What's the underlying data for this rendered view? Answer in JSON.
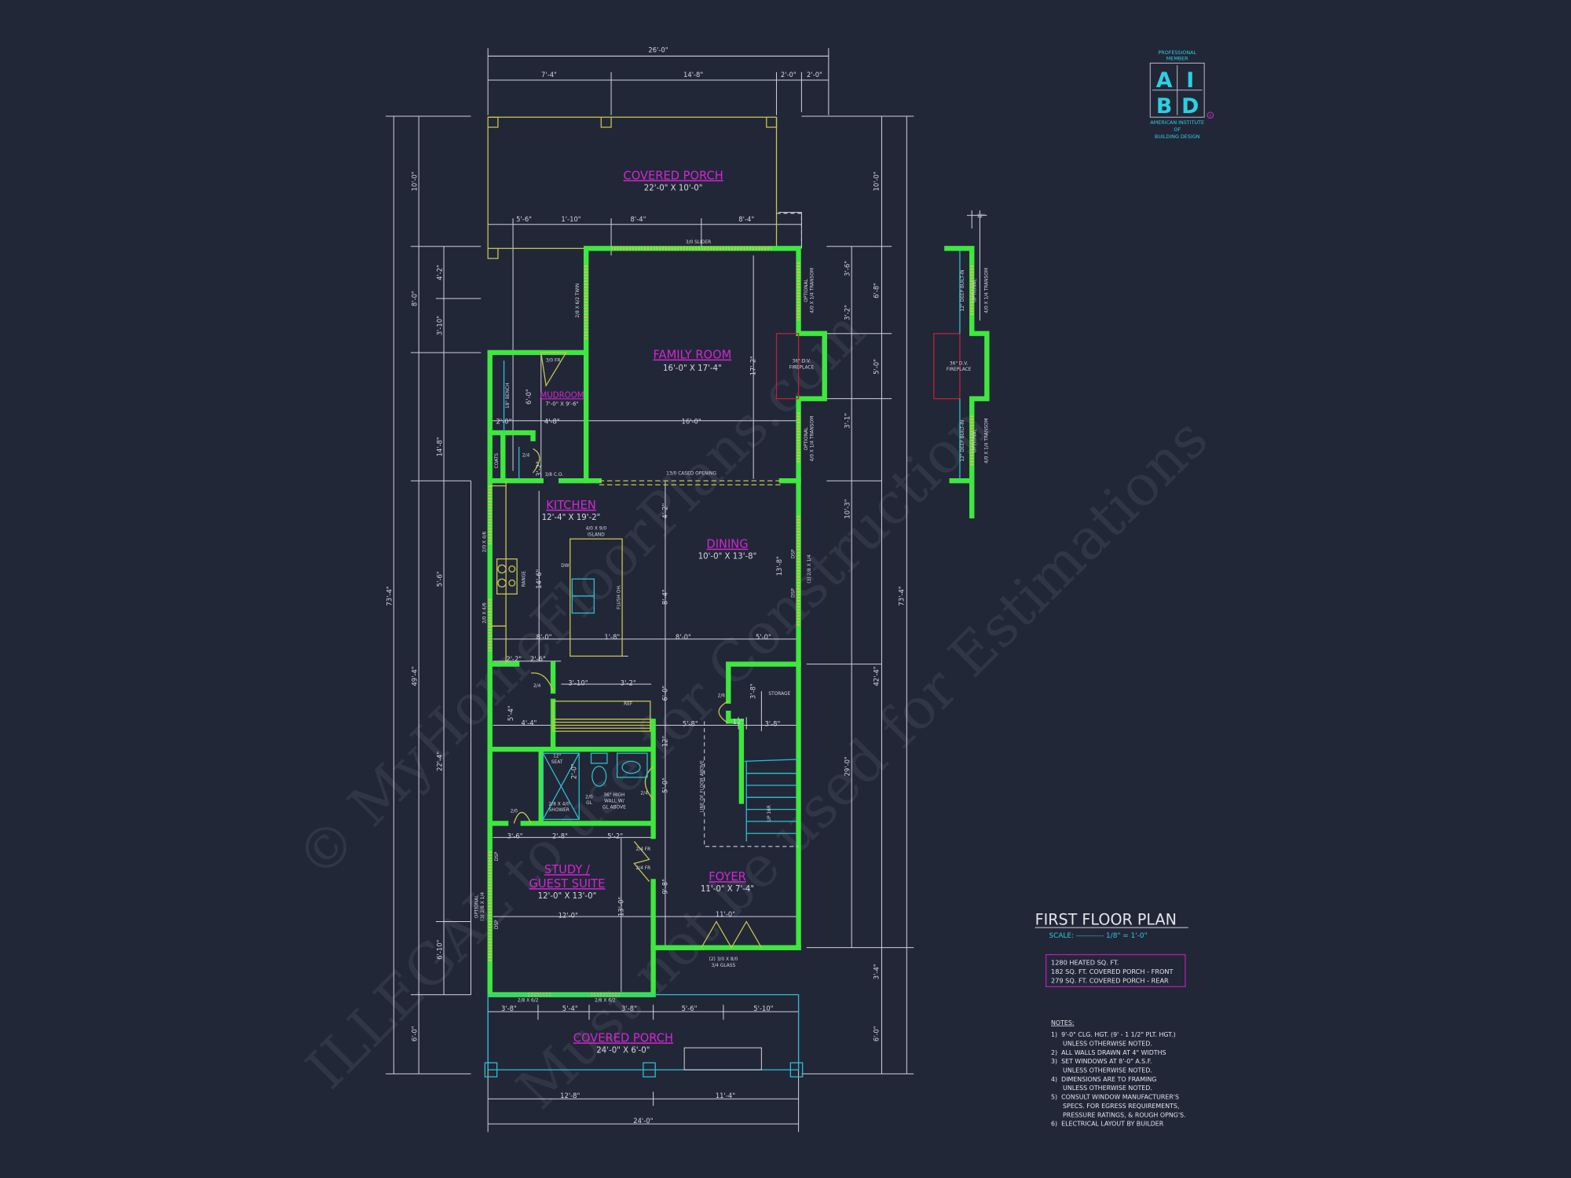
{
  "colors": {
    "background": "#222738",
    "walls": "#3ee83e",
    "windows_doors": "#c9c64e",
    "room_labels": "#d326d3",
    "fixtures": "#2cc0cf",
    "fireplace": "#c0203a",
    "dimensions": "#cfcfd8"
  },
  "logo": {
    "top": "PROFESSIONAL",
    "top2": "MEMBER",
    "letters": [
      "A",
      "I",
      "B",
      "D"
    ],
    "bottom1": "AMERICAN INSTITUTE",
    "bottom2": "OF",
    "bottom3": "BUILDING DESIGN",
    "registered": "R"
  },
  "title_block": {
    "title": "FIRST FLOOR PLAN",
    "scale": "SCALE: ----------- 1/8\" = 1'-0\"",
    "areas": [
      "1280 HEATED SQ. FT.",
      "182 SQ. FT. COVERED PORCH - FRONT",
      "279 SQ. FT. COVERED PORCH - REAR"
    ],
    "notes_heading": "NOTES:",
    "notes": [
      "1)  9'-0\" CLG. HGT. (9' - 1 1/2\" PLT. HGT.)",
      "      UNLESS OTHERWISE NOTED.",
      "2)  ALL WALLS DRAWN AT 4\" WIDTHS",
      "3)  SET WINDOWS AT 8'-0\" A.S.F.",
      "      UNLESS OTHERWISE NOTED.",
      "4)  DIMENSIONS ARE TO FRAMING",
      "      UNLESS OTHERWISE NOTED.",
      "5)  CONSULT WINDOW MANUFACTURER'S",
      "      SPECS. FOR EGRESS REQUIREMENTS,",
      "      PRESSURE RATINGS, & ROUGH OPNG'S.",
      "6)  ELECTRICAL LAYOUT BY BUILDER"
    ]
  },
  "rooms": {
    "rear_porch": {
      "name": "COVERED PORCH",
      "size": "22'-0\" X 10'-0\""
    },
    "family_room": {
      "name": "FAMILY ROOM",
      "size": "16'-0\" X 17'-4\""
    },
    "mudroom": {
      "name": "MUDROOM",
      "size": "7'-0\" X 9'-6\""
    },
    "kitchen": {
      "name": "KITCHEN",
      "size": "12'-4\" X 19'-2\""
    },
    "dining": {
      "name": "DINING",
      "size": "10'-0\" X 13'-8\""
    },
    "study": {
      "name1": "STUDY /",
      "name2": "GUEST SUITE",
      "size": "12'-0\" X 13'-0\""
    },
    "foyer": {
      "name": "FOYER",
      "size": "11'-0\" X 7'-4\""
    },
    "front_porch": {
      "name": "COVERED PORCH",
      "size": "24'-0\" X 6'-0\""
    }
  },
  "annotations": {
    "slider": "3/0 SLIDER",
    "twin_window": "2/8 X 6/2 TWIN",
    "transom_opt": "OPTIONAL",
    "transom_size": "4/0 X 1/4 TRANSOM",
    "fireplace1": "36\" D.V.",
    "fireplace2": "FIREPLACE",
    "mud_door": "3/0 FR",
    "bench": "18\" BENCH",
    "coats": "COATS",
    "coat_door": "2/4",
    "co": "3/8 C.O.",
    "cased": "13/0 CASED OPENING",
    "island1": "4/0 X 9/0",
    "island2": "ISLAND",
    "dw": "DW",
    "flush": "FLUSH OH.",
    "range": "RANGE",
    "kit_win": "2/0 X 4/6",
    "pantry_door": "2/4",
    "ref": "REF",
    "storage": "STORAGE",
    "storage_door": "2/6",
    "floor_above": "LINE OF FLOOR ABOVE",
    "stair": "UP 16R",
    "seat1": "12\"",
    "seat2": "SEAT",
    "shower1": "2/8 X 4/0",
    "shower2": "SHOWER",
    "gl1": "2/0",
    "gl2": "GL",
    "wall1": "36\" HIGH",
    "wall2": "WALL W/",
    "wall3": "GL ABOVE",
    "bath_door": "2/4",
    "closet_door": "2/0",
    "fr_door": "2/4 FR",
    "dsp": "DSP",
    "study_win_opt": "OPTIONAL",
    "study_win": "(3) 2/8 X 1/4",
    "dining_win": "(3) 2/8 X 1/4",
    "entry1": "(2) 3/0 X 8/0",
    "entry2": "3/4 GLASS",
    "front_win": "2/8 X 6/2",
    "builtin": "12\" DEEP BUILT-IN",
    "detail_dim": "12\""
  },
  "dims": {
    "top": [
      "26'-0\"",
      "7'-4\"",
      "14'-8\"",
      "2'-0\"",
      "2'-0\""
    ],
    "rear_porch": [
      "5'-6\"",
      "1'-10\"",
      "8'-4\"",
      "8'-4\""
    ],
    "left": [
      "10'-0\"",
      "8'-0\"",
      "4'-2\"",
      "3'-10\"",
      "14'-8\"",
      "5'-6\"",
      "49'-4\"",
      "22'-4\"",
      "6'-10\"",
      "6'-0\"",
      "73'-4\""
    ],
    "right": [
      "10'-0\"",
      "6'-8\"",
      "3'-6\"",
      "3'-2\"",
      "5'-0\"",
      "3'-1\"",
      "10'-3\"",
      "73'-4\"",
      "42'-4\"",
      "29'-0\"",
      "3'-4\"",
      "6'-0\""
    ],
    "interior": [
      "16'-0\"",
      "2'-0\"",
      "4'-8\"",
      "6'-0\"",
      "17'-2\"",
      "3'-2\"",
      "14'-6\"",
      "8'-0\"",
      "1'-8\"",
      "8'-0\"",
      "5'-0\"",
      "4'-2\"",
      "8'-4\"",
      "13'-8\"",
      "2'-2\"",
      "2'-6\"",
      "3'-10\"",
      "3'-2\"",
      "6'-0\"",
      "5'-4\"",
      "4'-4\"",
      "5'-8\"",
      "12\"",
      "3'-8\"",
      "3'-8\"",
      "12\"",
      "5'-0\"",
      "3'-6\"",
      "2'-8\"",
      "5'-2\"",
      "9'-8\"",
      "13'-0\"",
      "12'-0\"",
      "11'-0\"",
      "2'-0\""
    ],
    "front": [
      "3'-8\"",
      "5'-4\"",
      "3'-8\"",
      "5'-6\"",
      "5'-10\"",
      "12'-8\"",
      "11'-4\"",
      "24'-0\""
    ]
  },
  "watermark": [
    "© MyHomeFloorPlans.com",
    "ILLEGAL to use for Construction",
    "Must not be used for Estimations"
  ]
}
